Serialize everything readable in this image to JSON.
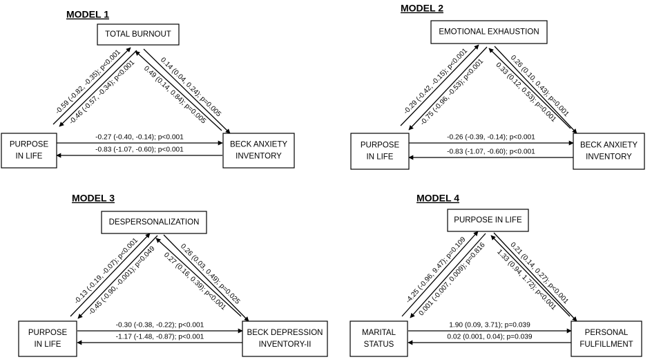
{
  "models": [
    {
      "title": "MODEL 1",
      "top_node": [
        "TOTAL BURNOUT"
      ],
      "left_node": [
        "PURPOSE",
        "IN LIFE"
      ],
      "right_node": [
        "BECK ANXIETY",
        "INVENTORY"
      ],
      "left_up": "-0.59 (-0.82, -0.35); p<0.001",
      "top_to_left": "-0.46 (-0.57, -0.34); p<0.001",
      "top_to_right": "0.14 (0.04, 0.24); p=0.005",
      "right_up": "0.49 (0.14, 0.84); p=0.005",
      "left_to_right": "-0.27 (-0.40, -0.14); p<0.001",
      "right_to_left": "-0.83 (-1.07, -0.60); p<0.001"
    },
    {
      "title": "MODEL 2",
      "top_node": [
        "EMOTIONAL EXHAUSTION"
      ],
      "left_node": [
        "PURPOSE",
        "IN LIFE"
      ],
      "right_node": [
        "BECK ANXIETY",
        "INVENTORY"
      ],
      "left_up": "-0.29 (-0.42, -0.15); p<0.001",
      "top_to_left": "-0.75 (-0.96, -0.53); p<0.001",
      "top_to_right": "0.26 (0.10, 0.43); p=0.001",
      "right_up": "0.33 (0.12, 0.53); p=0.001",
      "left_to_right": "-0.26 (-0.39, -0.14); p<0.001",
      "right_to_left": "-0.83 (-1.07, -0.60); p<0.001"
    },
    {
      "title": "MODEL 3",
      "top_node": [
        "DESPERSONALIZATION"
      ],
      "left_node": [
        "PURPOSE",
        "IN LIFE"
      ],
      "right_node": [
        "BECK DEPRESSION",
        "INVENTORY-II"
      ],
      "left_up": "-0.13 (-0.19, -0.07); p<0.001",
      "top_to_left": "-0.45 (-0.90, -0.001); p=0.049",
      "top_to_right": "0.26 (0.03, 0.49); p=0.025",
      "right_up": "0.27 (0.16, 0.39); p<0.001",
      "left_to_right": "-0.30 (-0.38, -0.22); p<0.001",
      "right_to_left": "-1.17 (-1.48, -0.87); p<0.001"
    },
    {
      "title": "MODEL 4",
      "top_node": [
        "PURPOSE IN LIFE"
      ],
      "left_node": [
        "MARITAL",
        "STATUS"
      ],
      "right_node": [
        "PERSONAL",
        "FULFILLMENT"
      ],
      "left_up": "-4.25 (-0.96, 9.47); p=0.109",
      "top_to_left": "0.001 (-0.007, 0.009); p=0.816",
      "top_to_right": "0.21 (0.14, 0.27); p<0.001",
      "right_up": "1.33 (0.94, 1.72); p<0.001",
      "left_to_right": "1.90 (0.09, 3.71); p=0.039",
      "right_to_left": "0.02 (0.001, 0.04); p=0.039"
    }
  ]
}
